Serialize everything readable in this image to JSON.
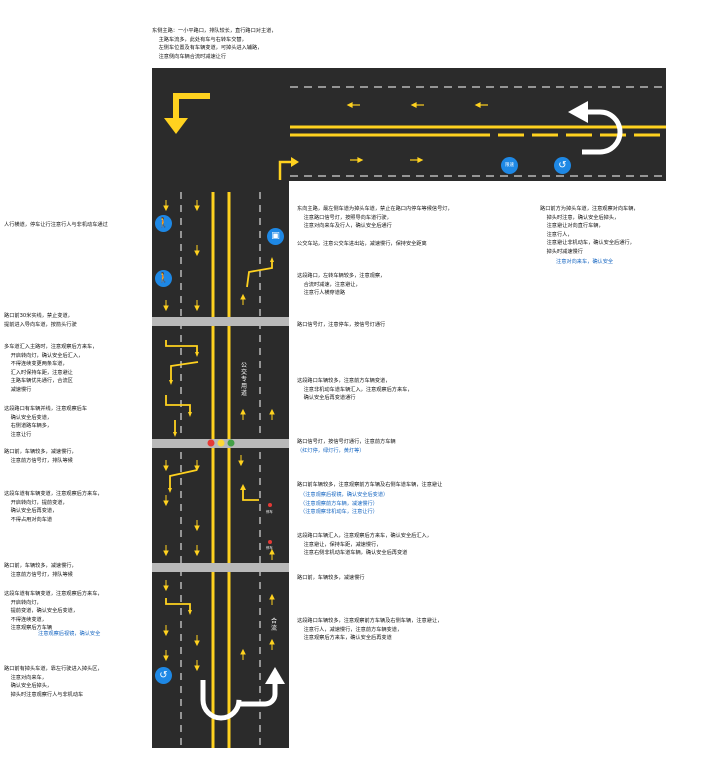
{
  "notes": {
    "top": "东侧主路：一小平路口，排队较长，直行路口对主道，\n    主路车流多，此处有车与右转车交替，\n    左侧车位置及有车辆变道，可掉头进入辅路，\n    注意侧向车辆合流时减速让行",
    "left_1": "人行横道，停车让行注意行人与非机动车通过",
    "left_2": "路口前30米实线，禁止变道，\n提前进入导向车道，按箭头行驶",
    "left_3": "多车道汇入主路时，注意观察后方来车，\n    开启转向灯，确认安全后汇入，\n    不得连续变更两条车道，\n    汇入时保持车距，注意避让\n    主路车辆优先通行，合流区\n    减速慢行",
    "left_4": "这段路口有车辆并线，注意观察后车\n    确认安全后变道，\n    右侧道路车辆多，\n    注意让行",
    "left_5": "路口前，车辆较多，减速慢行，\n    注意前方信号灯，排队等候",
    "left_6": "这段车道有车辆变道，注意观察后方来车，\n    开启转向灯，提前变道，\n    确认安全后再变道，\n    不得占用对向车道",
    "left_7": "路口前，车辆较多，减速慢行，\n    注意前方信号灯，排队等候",
    "left_8": "这段车道有车辆变道，注意观察后方来车，\n    开启转向灯，\n    提前变道，确认安全后变道，\n    不得连续变道，\n    注意观察后方车辆",
    "left_8_blue": "注意观察后视镜，确认安全",
    "left_9": "路口前有掉头车道，靠左行驶进入掉头区，\n    注意对向来车，\n    确认安全后掉头，\n    掉头时注意观察行人与非机动车",
    "mid_1": "东向主路，最左侧车道为掉头车道，禁止在路口内停车等候信号灯，\n    注意路口信号灯，按照导向车道行驶，\n    注意对向来车及行人，确认安全后通行",
    "mid_2": "公交车站，注意公交车进出站，减速慢行，保持安全距离",
    "mid_3": "这段路口，左转车辆较多，注意观察，\n    合流时减速，注意避让，\n    注意行人横穿道路",
    "mid_4": "路口信号灯，注意停车，按信号灯通行",
    "mid_5": "这段路口车辆较多，注意前方车辆变道，\n    注意非机动车道车辆汇入，注意观察后方来车，\n    确认安全后再变道通行",
    "mid_6": "路口信号灯，按信号灯通行，注意前方车辆",
    "mid_6_blue": "（红灯停，绿灯行，黄灯等）",
    "mid_7": "路口前车辆较多，注意观察前方车辆及右侧车道车辆，注意避让",
    "mid_7_blue": "（注意观察后视镜，确认安全后变道）\n（注意观察前方车辆，减速慢行）\n（注意观察非机动车，注意让行）",
    "mid_8": "这段路口车辆汇入，注意观察后方来车，确认安全后汇入，\n    注意避让，保持车距，减速慢行，\n    注意右侧非机动车道车辆，确认安全后再变道",
    "mid_9": "路口前，车辆较多，减速慢行",
    "mid_10": "这段路口车辆较多，注意观察前方车辆及右侧车辆，注意避让，\n    注意行人，减速慢行，注意前方车辆变道，\n    注意观察后方来车，确认安全后再变道",
    "right_1": "路口前方为掉头车道，注意观察对向车辆，\n    掉头时注意，确认安全后掉头，\n    注意避让对向直行车辆，\n    注意行人，\n    注意避让非机动车，确认安全后通行，\n    掉头时减速慢行",
    "right_1_blue": "注意对向来车，确认安全"
  },
  "road_labels": {
    "bus_lane": "公交专用道",
    "merge": "合流",
    "stop_a": "停车",
    "stop_b": "停车",
    "bubble_speed": "限速"
  },
  "icons": [
    "pedestrian-icon",
    "pedestrian-icon",
    "bus-icon",
    "u-turn-icon",
    "u-turn-icon",
    "speed-limit-icon"
  ],
  "colors": {
    "road": "#2b2b2b",
    "lane_yellow": "#ffd21f",
    "lane_white": "#ffffff",
    "crosswalk": "#b9b9b9",
    "icon_blue": "#1e88e5",
    "note_blue": "#1565c0",
    "signal_red": "#e53935",
    "signal_yellow": "#fdd835",
    "signal_green": "#43a047"
  }
}
